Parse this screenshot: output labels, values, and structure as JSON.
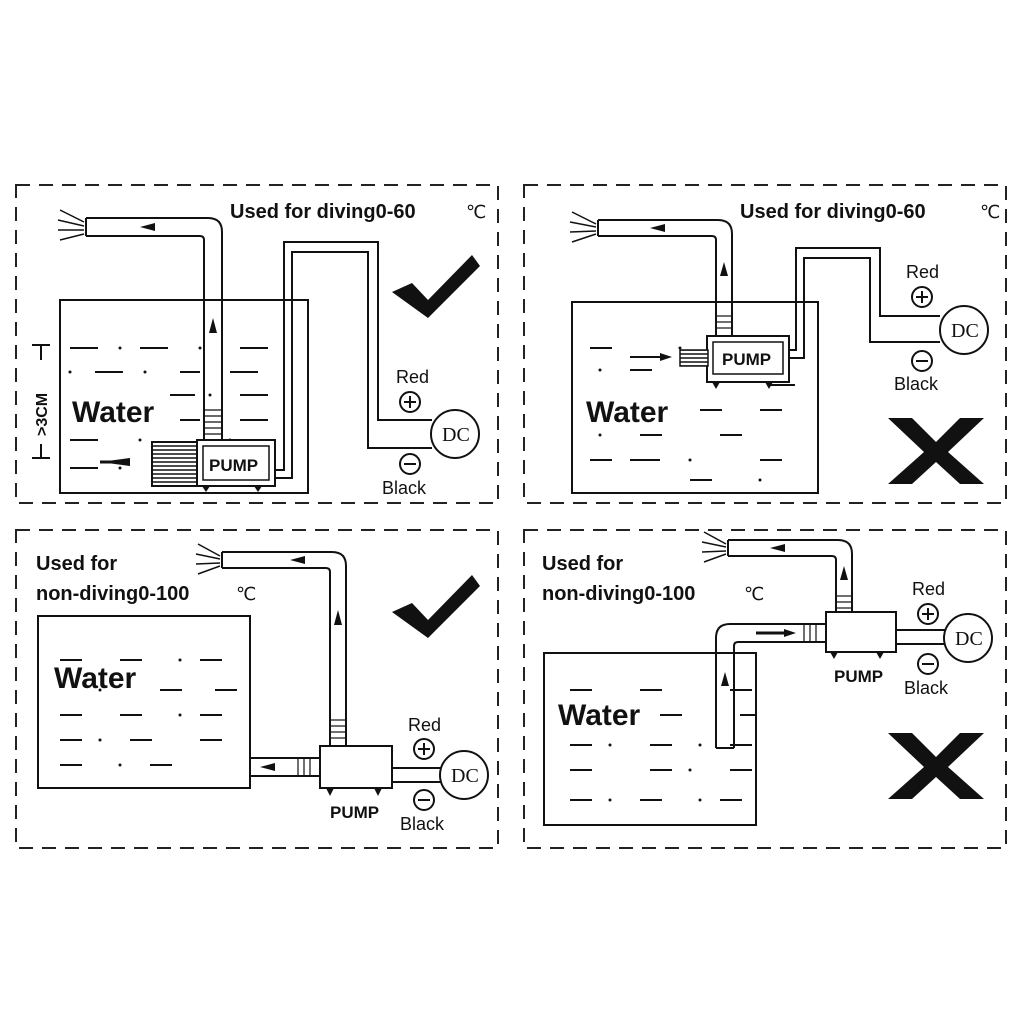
{
  "panels": [
    {
      "title_line1": "Used for diving0-60",
      "title_line2": "",
      "unit": "℃",
      "water_label": "Water",
      "pump_label": "PUMP",
      "red_label": "Red",
      "black_label": "Black",
      "dc_label": "DC",
      "depth_label": ">3CM",
      "verdict": "correct"
    },
    {
      "title_line1": "Used for diving0-60",
      "title_line2": "",
      "unit": "℃",
      "water_label": "Water",
      "pump_label": "PUMP",
      "red_label": "Red",
      "black_label": "Black",
      "dc_label": "DC",
      "verdict": "incorrect"
    },
    {
      "title_line1": "Used for",
      "title_line2": "non-diving0-100",
      "unit": "℃",
      "water_label": "Water",
      "pump_label": "PUMP",
      "red_label": "Red",
      "black_label": "Black",
      "dc_label": "DC",
      "verdict": "correct"
    },
    {
      "title_line1": "Used for",
      "title_line2": "non-diving0-100",
      "unit": "℃",
      "water_label": "Water",
      "pump_label": "PUMP",
      "red_label": "Red",
      "black_label": "Black",
      "dc_label": "DC",
      "verdict": "incorrect"
    }
  ],
  "symbols": {
    "plus": "+",
    "minus": "−"
  },
  "colors": {
    "ink": "#111111",
    "background": "#ffffff"
  }
}
